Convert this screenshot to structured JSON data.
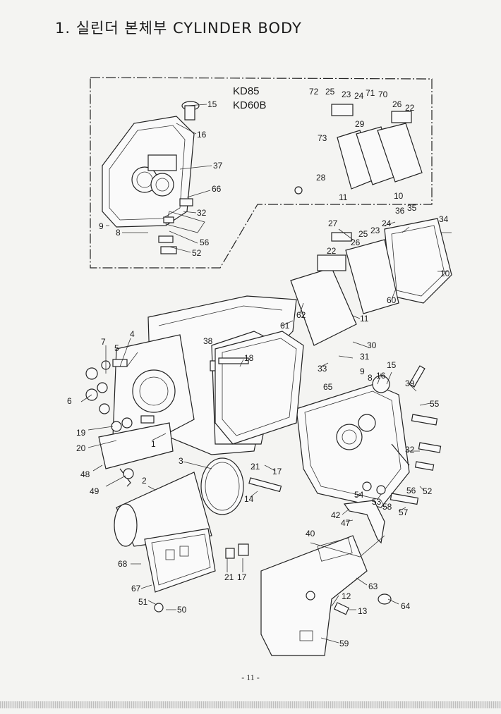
{
  "page": {
    "title": "1. 실린더 본체부 CYLINDER BODY",
    "page_number": "- 11 -"
  },
  "inset": {
    "model_labels": [
      "KD85",
      "KD60B"
    ],
    "callouts": [
      "72",
      "25",
      "23",
      "24",
      "71",
      "70",
      "26",
      "22",
      "29",
      "73",
      "28",
      "11",
      "10",
      "15",
      "16",
      "37",
      "66",
      "32",
      "56",
      "52",
      "9",
      "8"
    ]
  },
  "main": {
    "callouts": [
      "36",
      "35",
      "34",
      "27",
      "24",
      "23",
      "25",
      "26",
      "22",
      "10",
      "60",
      "62",
      "11",
      "61",
      "38",
      "30",
      "31",
      "33",
      "7",
      "4",
      "5",
      "18",
      "9",
      "8",
      "16",
      "15",
      "39",
      "55",
      "65",
      "6",
      "19",
      "20",
      "1",
      "32",
      "48",
      "21",
      "17",
      "3",
      "2",
      "49",
      "14",
      "54",
      "53",
      "58",
      "56",
      "52",
      "57",
      "42",
      "47",
      "40",
      "68",
      "21",
      "17",
      "63",
      "12",
      "64",
      "67",
      "13",
      "51",
      "50",
      "59"
    ]
  }
}
